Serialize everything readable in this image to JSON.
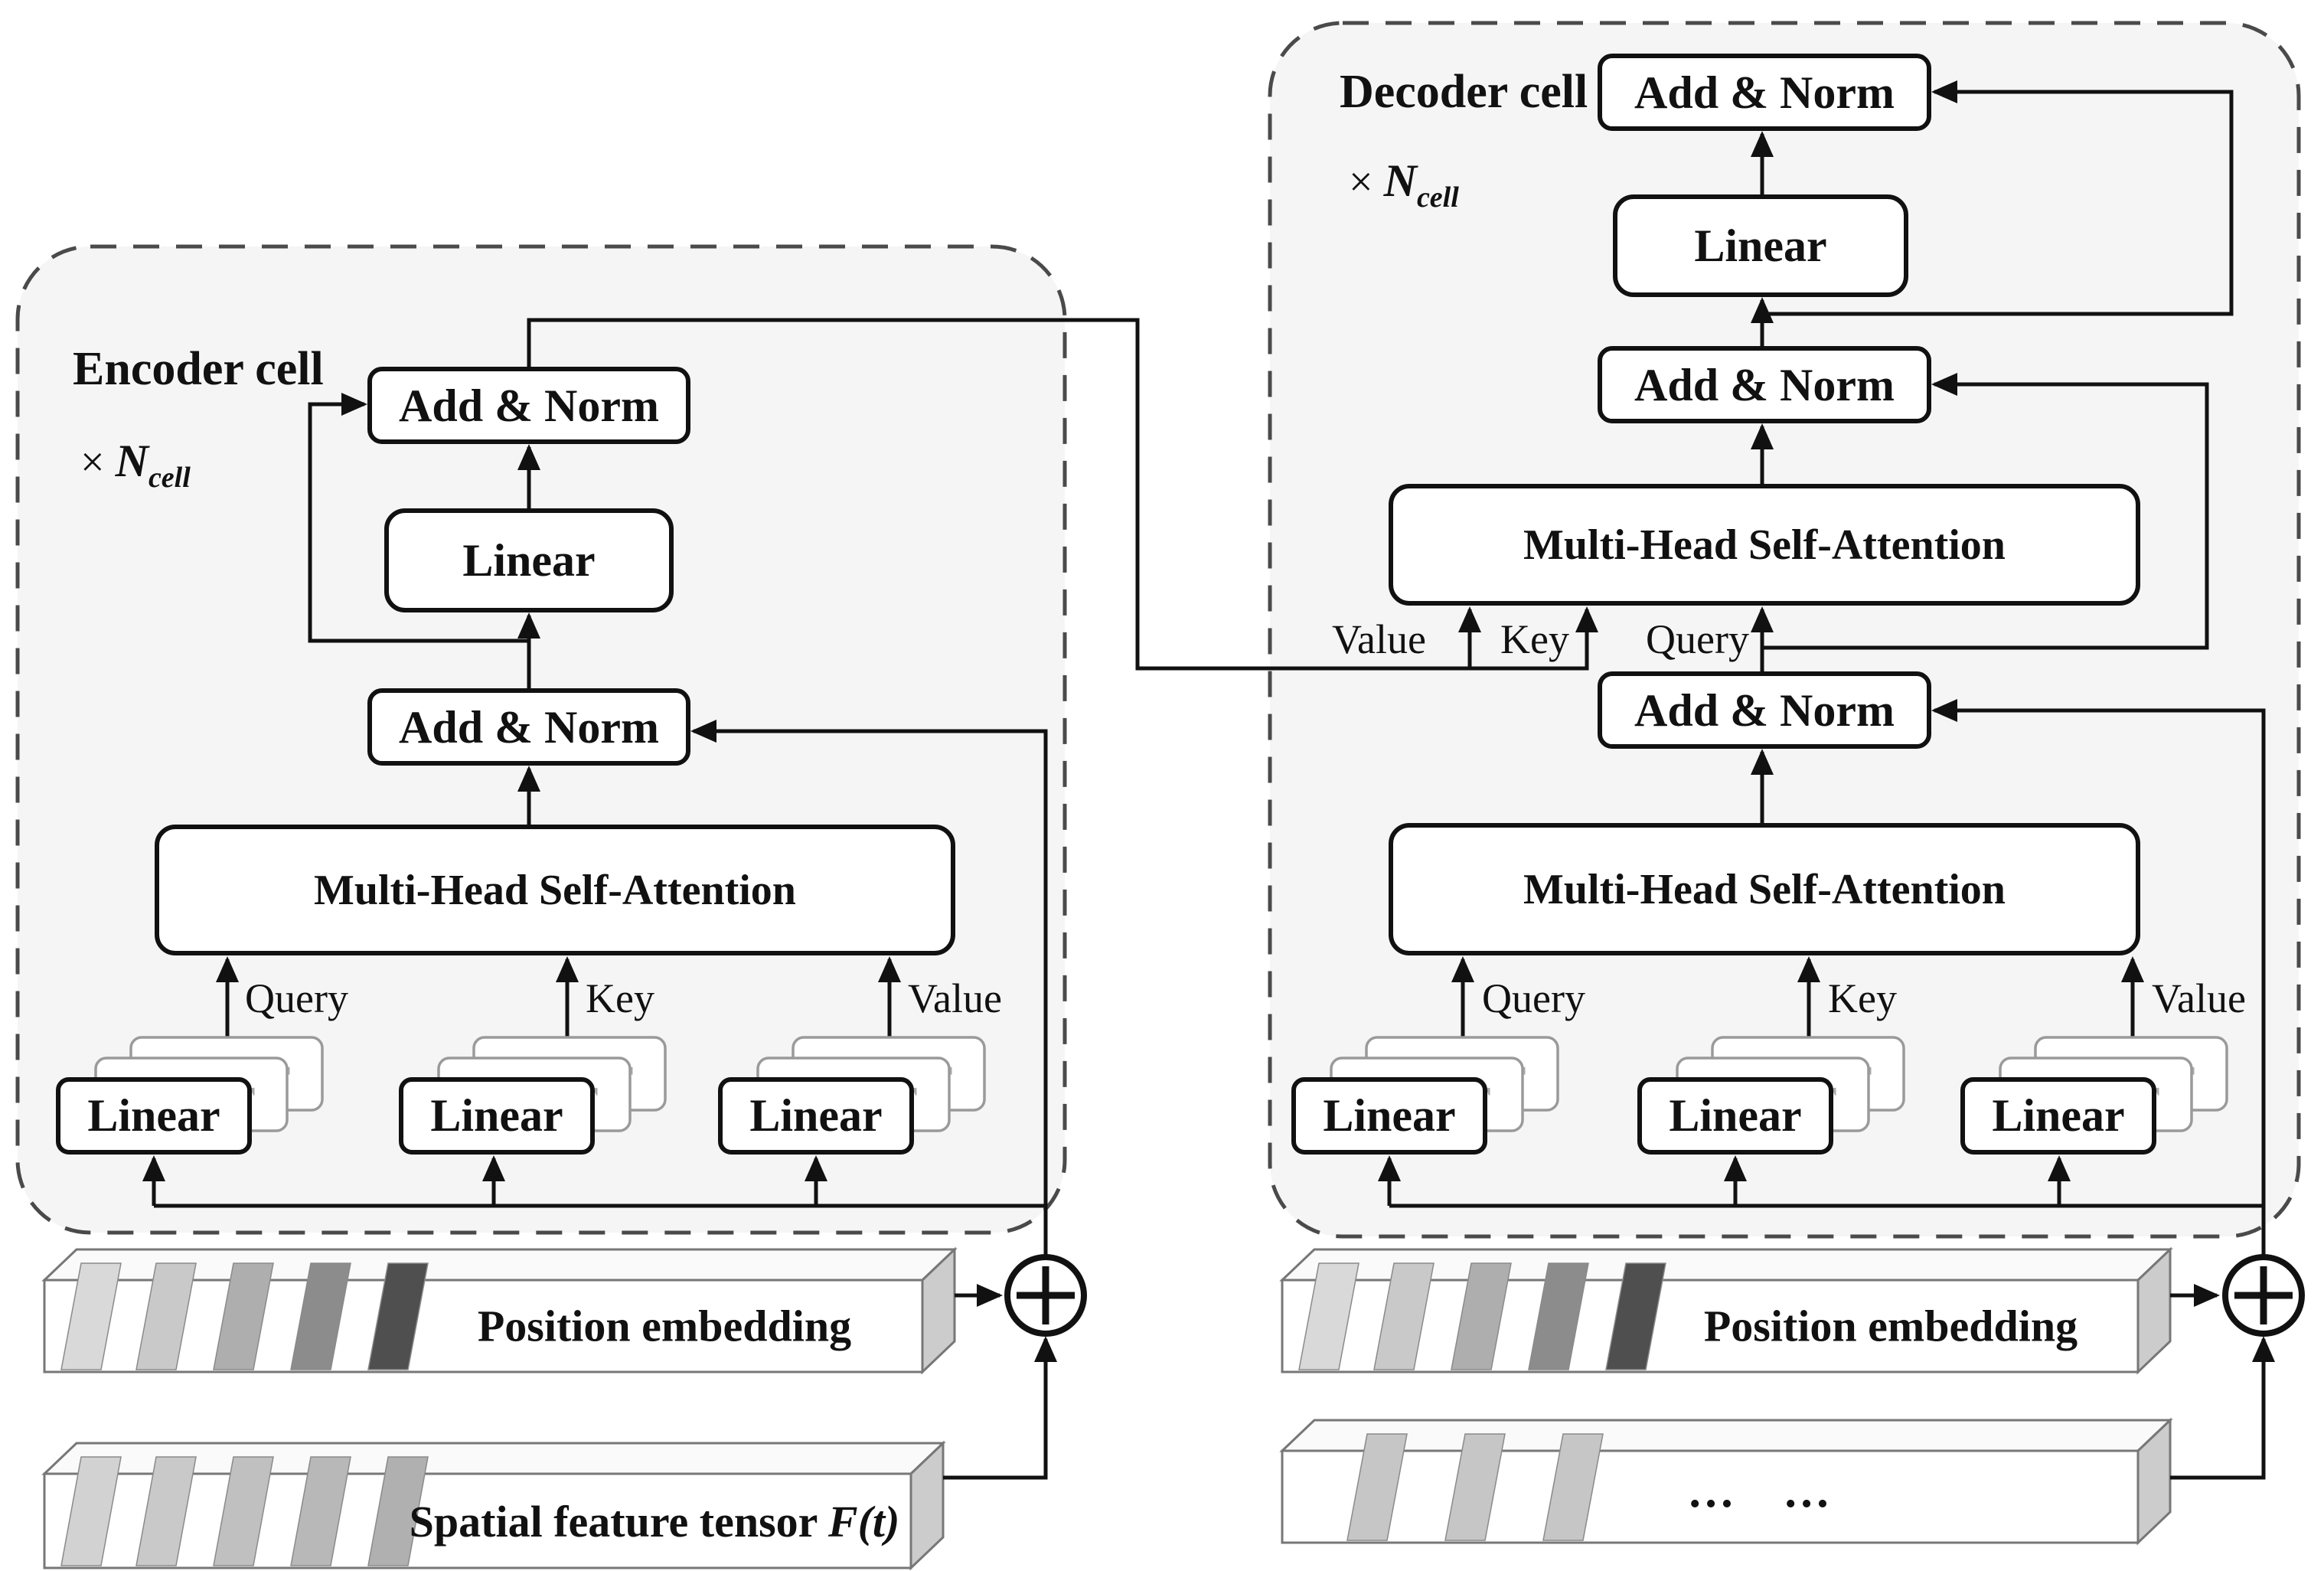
{
  "colors": {
    "background": "#ffffff",
    "cell_fill": "#f5f5f5",
    "cell_border": "#4a4a4a",
    "box_fill": "#ffffff",
    "wire": "#111111",
    "ghost_border": "#9a9a9a",
    "bar_side_fill": "#cccccc",
    "bar_top_fill": "#fafafa"
  },
  "encoder": {
    "title": "Encoder cell",
    "repeat_times": "× ",
    "repeat_symbol": "N",
    "repeat_subscript": "cell"
  },
  "decoder": {
    "title": "Decoder cell",
    "repeat_times": "× ",
    "repeat_symbol": "N",
    "repeat_subscript": "cell"
  },
  "blocks": {
    "add_norm": "Add & Norm",
    "linear": "Linear",
    "attention": "Multi-Head Self-Attention"
  },
  "ports": {
    "query": "Query",
    "key": "Key",
    "value": "Value"
  },
  "bars": {
    "left_position": {
      "label": "Position embedding",
      "slab_colors": [
        "#d9d9d9",
        "#c9c9c9",
        "#aeaeae",
        "#8c8c8c",
        "#4f4f4f"
      ]
    },
    "right_position": {
      "label": "Position embedding",
      "slab_colors": [
        "#d9d9d9",
        "#c9c9c9",
        "#aeaeae",
        "#8c8c8c",
        "#4f4f4f"
      ]
    },
    "spatial": {
      "label": "Spatial feature tensor ",
      "symbol": "F",
      "symbol_arg": "(t)",
      "slab_colors": [
        "#d2d2d2",
        "#c9c9c9",
        "#c0c0c0",
        "#b8b8b8",
        "#b0b0b0"
      ]
    },
    "target": {
      "dots": "…",
      "slab_colors": [
        "#c6c6c6",
        "#c6c6c6",
        "#c6c6c6"
      ]
    }
  }
}
